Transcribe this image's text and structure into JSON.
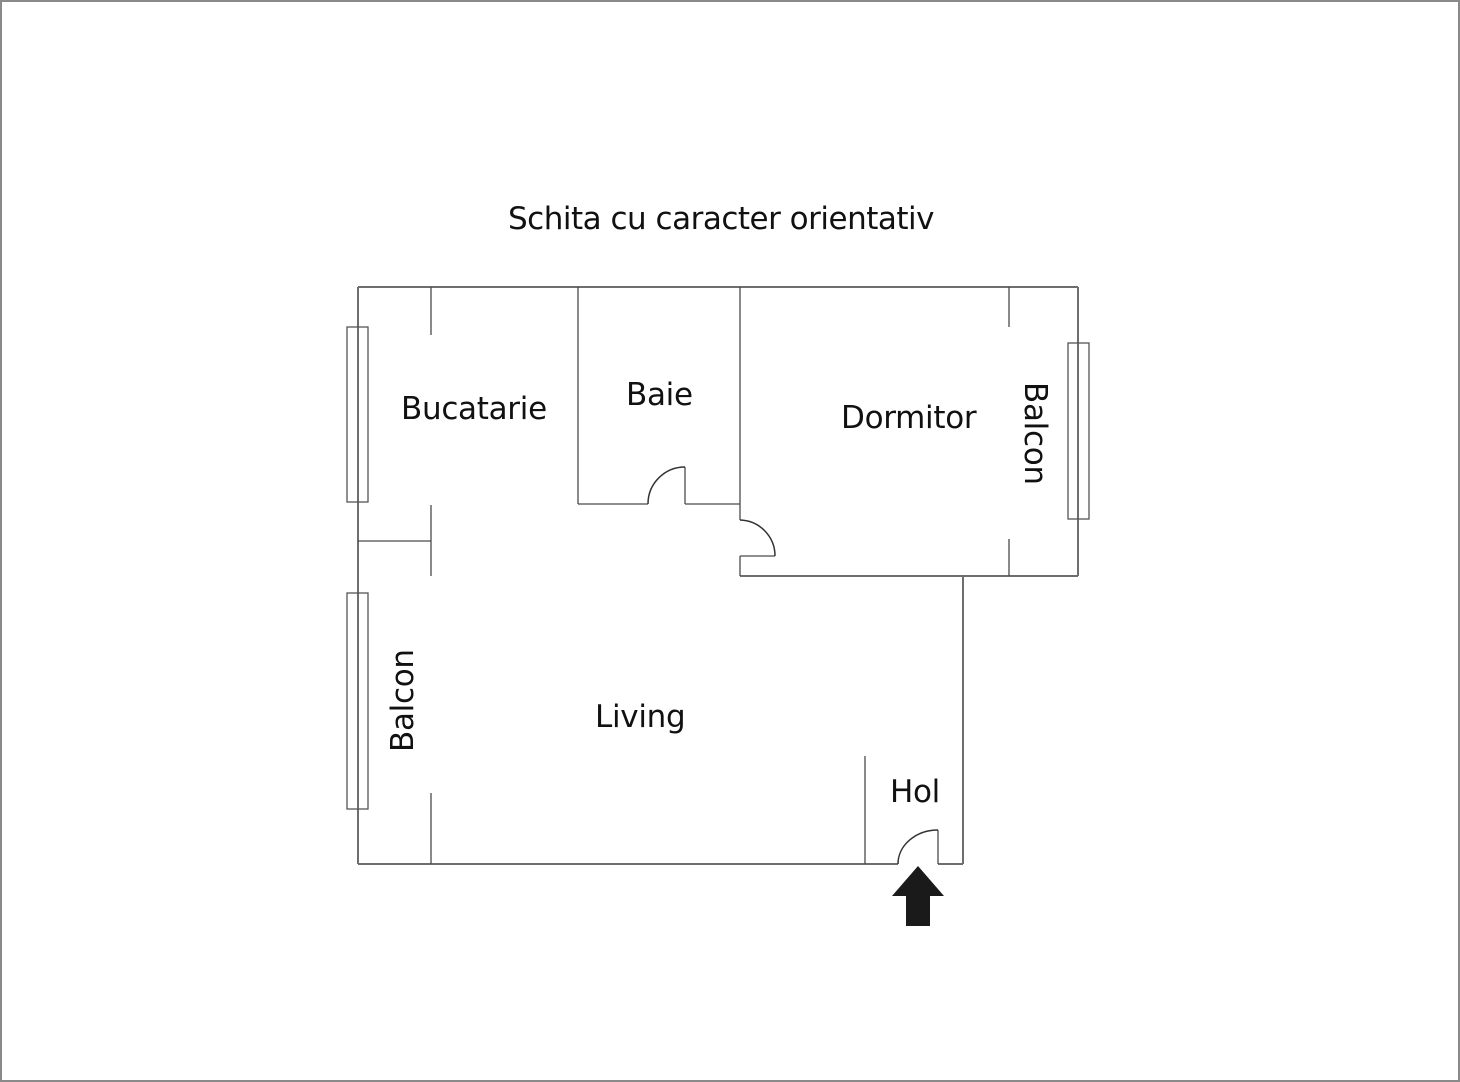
{
  "title": "Schita cu caracter orientativ",
  "rooms": {
    "bucatarie": "Bucatarie",
    "baie": "Baie",
    "dormitor": "Dormitor",
    "balcon_right": "Balcon",
    "balcon_left": "Balcon",
    "living": "Living",
    "hol": "Hol"
  },
  "icons": {
    "entrance": "arrow-up-icon"
  },
  "colors": {
    "walls": "#6e6e6e",
    "frame": "#8a8a8a",
    "arrow": "#1a1a1a",
    "background": "#ffffff"
  }
}
